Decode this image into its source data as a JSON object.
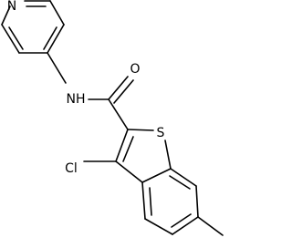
{
  "molecule": {
    "atoms": {
      "n_pyridine": "N",
      "nh": "NH",
      "o": "O",
      "s": "S",
      "cl": "Cl"
    }
  }
}
